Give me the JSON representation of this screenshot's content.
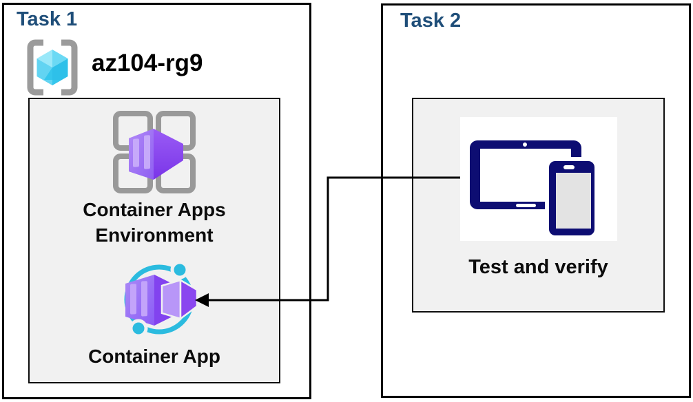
{
  "task1": {
    "title": "Task 1",
    "resource_group_name": "az104-rg9",
    "items": [
      {
        "label": "Container Apps Environment",
        "icon": "container-apps-environment-icon"
      },
      {
        "label": "Container App",
        "icon": "container-app-icon"
      }
    ]
  },
  "task2": {
    "title": "Task 2",
    "items": [
      {
        "label": "Test and verify",
        "icon": "tablet-and-phone-icon"
      }
    ]
  },
  "connector": {
    "from": "Test and verify",
    "to": "Container App",
    "direction": "left"
  },
  "colors": {
    "heading": "#1f4e79",
    "text": "#0c0c0c",
    "box_border": "#000000",
    "inner_box_bg": "#f1f1f1",
    "bracket_gray": "#9b9b9b",
    "cube_cyan_light": "#9ae8f9",
    "cube_cyan_dark": "#2ec0e9",
    "purple_light": "#a886f5",
    "purple_dark": "#7a35e8",
    "teal": "#2bbbdf",
    "device_navy": "#0d0d72",
    "device_screen_gray": "#e3e3e3"
  }
}
